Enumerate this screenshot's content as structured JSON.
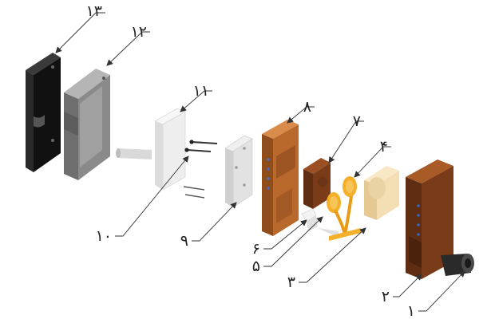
{
  "callouts": [
    {
      "id": "1",
      "label": "۱"
    },
    {
      "id": "2",
      "label": "۲"
    },
    {
      "id": "3",
      "label": "۳"
    },
    {
      "id": "4",
      "label": "۴"
    },
    {
      "id": "5",
      "label": "۵"
    },
    {
      "id": "6",
      "label": "۶"
    },
    {
      "id": "7",
      "label": "۷"
    },
    {
      "id": "8",
      "label": "۸"
    },
    {
      "id": "9",
      "label": "۹"
    },
    {
      "id": "10",
      "label": "۱۰"
    },
    {
      "id": "11",
      "label": "۱۱"
    },
    {
      "id": "12",
      "label": "۱۲"
    },
    {
      "id": "13",
      "label": "۱۳"
    }
  ],
  "colors": {
    "black_plate": "#1e1e1e",
    "gray_plate": "#8f8f8f",
    "white_plate": "#f2f2f2",
    "copper_plate": "#b8692b",
    "dark_copper": "#7a3c18",
    "cream_block": "#f4dfb5",
    "yellow_part": "#f4b02a",
    "blue_dot": "#3a6fd8",
    "leader_line": "#333333"
  }
}
